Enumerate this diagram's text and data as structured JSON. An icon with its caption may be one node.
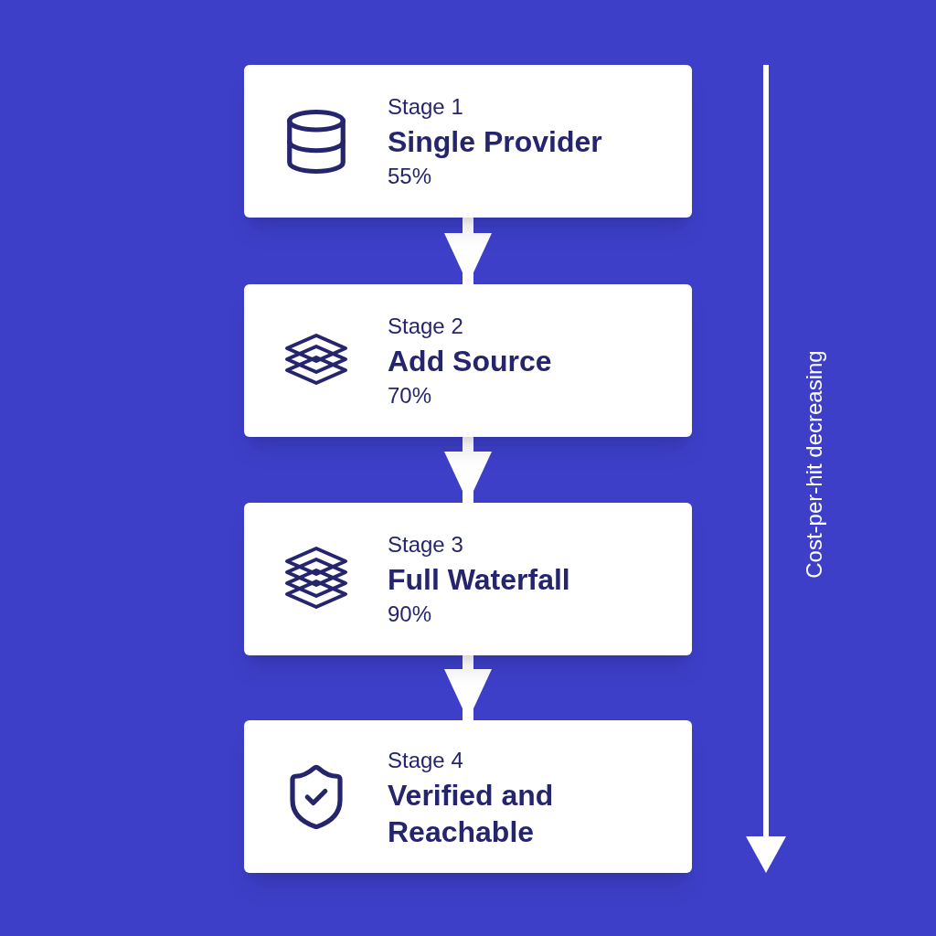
{
  "diagram": {
    "nodes": [
      {
        "text": [
          "Stage 1",
          "Single Provider",
          "55%"
        ]
      },
      {
        "text": [
          "Stage 2",
          "Add Source",
          "70%"
        ]
      },
      {
        "text": [
          "Stage 3",
          "Full Waterfall",
          "90%"
        ]
      },
      {
        "text": [
          "Stage 4",
          "Verified and Reachable"
        ]
      }
    ],
    "edges": [
      {
        "from": 0,
        "to": 1,
        "arrow": "to"
      },
      {
        "from": 1,
        "to": 2,
        "arrow": "to"
      },
      {
        "from": 2,
        "to": 3,
        "arrow": "to"
      }
    ],
    "labels": [
      "Cost-per-hit decreasing"
    ]
  }
}
